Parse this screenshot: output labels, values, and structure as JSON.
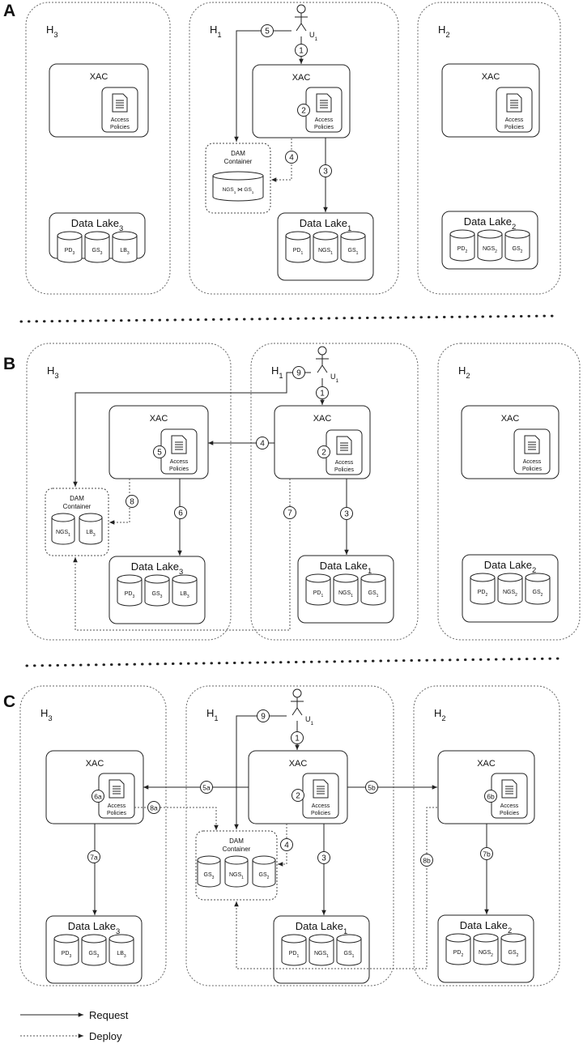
{
  "panels": [
    {
      "letter": "A",
      "hosts": [
        {
          "label": "H3",
          "xac": {
            "title": "XAC",
            "policy": "Access\nPolicies"
          },
          "dl": {
            "title": "Data Lake3",
            "cyls": [
              "PD3",
              "GS3",
              "LB3"
            ]
          }
        },
        {
          "label": "H1",
          "xac": {
            "title": "XAC",
            "policy": "Access\nPolicies"
          },
          "dl": {
            "title": "Data Lake1",
            "cyls": [
              "PD1",
              "NGS1",
              "GS1"
            ]
          },
          "dam": {
            "title": "DAM\nContainer",
            "cyls": [
              "NGS1 ⋈ GS1"
            ]
          },
          "user": "U1"
        },
        {
          "label": "H2",
          "xac": {
            "title": "XAC",
            "policy": "Access\nPolicies"
          },
          "dl": {
            "title": "Data Lake2",
            "cyls": [
              "PD2",
              "NGS2",
              "GS2"
            ]
          }
        }
      ],
      "steps": [
        "5",
        "1",
        "2",
        "4",
        "3"
      ]
    },
    {
      "letter": "B",
      "hosts": [
        {
          "label": "H3",
          "xac": {
            "title": "XAC",
            "policy": "Access\nPolicies"
          },
          "dl": {
            "title": "Data Lake3",
            "cyls": [
              "PD3",
              "GS3",
              "LB3"
            ]
          },
          "dam": {
            "title": "DAM\nContainer",
            "cyls": [
              "NGS1",
              "LB3"
            ]
          }
        },
        {
          "label": "H1",
          "xac": {
            "title": "XAC",
            "policy": "Access\nPolicies"
          },
          "dl": {
            "title": "Data Lake1",
            "cyls": [
              "PD1",
              "NGS1",
              "GS1"
            ]
          },
          "user": "U1"
        },
        {
          "label": "H2",
          "xac": {
            "title": "XAC",
            "policy": "Access\nPolicies"
          },
          "dl": {
            "title": "Data Lake2",
            "cyls": [
              "PD2",
              "NGS2",
              "GS2"
            ]
          }
        }
      ],
      "steps": [
        "9",
        "1",
        "2",
        "4",
        "5",
        "8",
        "6",
        "7",
        "3"
      ]
    },
    {
      "letter": "C",
      "hosts": [
        {
          "label": "H3",
          "xac": {
            "title": "XAC",
            "policy": "Access\nPolicies"
          },
          "dl": {
            "title": "Data Lake3",
            "cyls": [
              "PD3",
              "GS3",
              "LB3"
            ]
          }
        },
        {
          "label": "H1",
          "xac": {
            "title": "XAC",
            "policy": "Access\nPolicies"
          },
          "dl": {
            "title": "Data Lake1",
            "cyls": [
              "PD1",
              "NGS1",
              "GS1"
            ]
          },
          "dam": {
            "title": "DAM\nContainer",
            "cyls": [
              "GS3",
              "NGS1",
              "GS2"
            ]
          },
          "user": "U1"
        },
        {
          "label": "H2",
          "xac": {
            "title": "XAC",
            "policy": "Access\nPolicies"
          },
          "dl": {
            "title": "Data Lake2",
            "cyls": [
              "PD2",
              "NGS2",
              "GS2"
            ]
          }
        }
      ],
      "steps": [
        "9",
        "1",
        "2",
        "5a",
        "5b",
        "6a",
        "6b",
        "8a",
        "4",
        "3",
        "7a",
        "7b",
        "8b"
      ]
    }
  ],
  "legend": {
    "request": "Request",
    "deploy": "Deploy"
  }
}
